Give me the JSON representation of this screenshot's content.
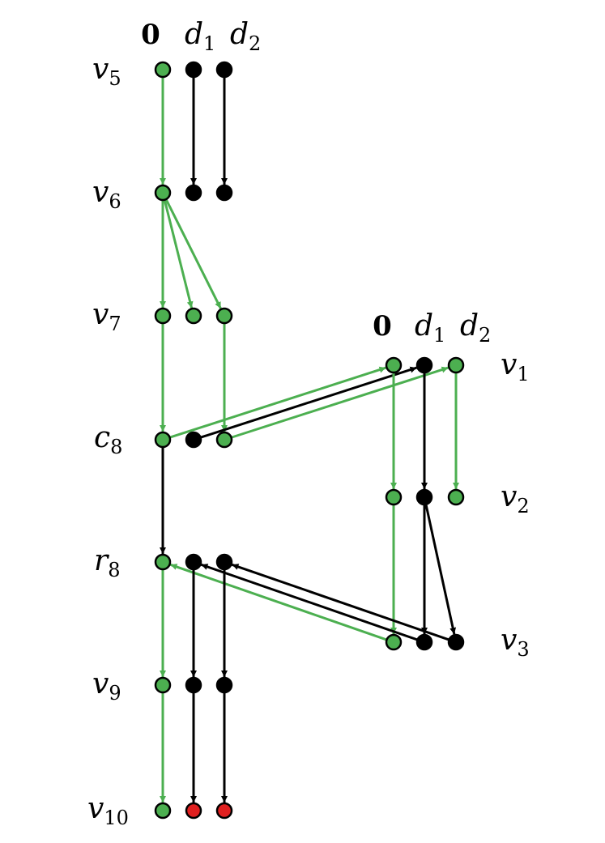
{
  "colors": {
    "green": "#4caf50",
    "black": "#000000",
    "red": "#e02020",
    "background": "#ffffff"
  },
  "column_headers": {
    "left": [
      {
        "main": "0",
        "sub": ""
      },
      {
        "main": "d",
        "sub": "1"
      },
      {
        "main": "d",
        "sub": "2"
      }
    ],
    "right": [
      {
        "main": "0",
        "sub": ""
      },
      {
        "main": "d",
        "sub": "1"
      },
      {
        "main": "d",
        "sub": "2"
      }
    ]
  },
  "rows": {
    "v5": {
      "main": "v",
      "sub": "5"
    },
    "v6": {
      "main": "v",
      "sub": "6"
    },
    "v7": {
      "main": "v",
      "sub": "7"
    },
    "c8": {
      "main": "c",
      "sub": "8"
    },
    "r8": {
      "main": "r",
      "sub": "8"
    },
    "v9": {
      "main": "v",
      "sub": "9"
    },
    "v10": {
      "main": "v",
      "sub": "10"
    },
    "v1": {
      "main": "v",
      "sub": "1"
    },
    "v2": {
      "main": "v",
      "sub": "2"
    },
    "v3": {
      "main": "v",
      "sub": "3"
    }
  },
  "nodes": [
    {
      "id": "v5-0",
      "fill": "green"
    },
    {
      "id": "v5-d1",
      "fill": "black"
    },
    {
      "id": "v5-d2",
      "fill": "black"
    },
    {
      "id": "v6-0",
      "fill": "green"
    },
    {
      "id": "v6-d1",
      "fill": "black"
    },
    {
      "id": "v6-d2",
      "fill": "black"
    },
    {
      "id": "v7-0",
      "fill": "green"
    },
    {
      "id": "v7-d1",
      "fill": "green"
    },
    {
      "id": "v7-d2",
      "fill": "green"
    },
    {
      "id": "c8-0",
      "fill": "green"
    },
    {
      "id": "c8-d1",
      "fill": "black"
    },
    {
      "id": "c8-d2",
      "fill": "green"
    },
    {
      "id": "r8-0",
      "fill": "green"
    },
    {
      "id": "r8-d1",
      "fill": "black"
    },
    {
      "id": "r8-d2",
      "fill": "black"
    },
    {
      "id": "v9-0",
      "fill": "green"
    },
    {
      "id": "v9-d1",
      "fill": "black"
    },
    {
      "id": "v9-d2",
      "fill": "black"
    },
    {
      "id": "v10-0",
      "fill": "green"
    },
    {
      "id": "v10-d1",
      "fill": "red"
    },
    {
      "id": "v10-d2",
      "fill": "red"
    },
    {
      "id": "v1-0",
      "fill": "green"
    },
    {
      "id": "v1-d1",
      "fill": "black"
    },
    {
      "id": "v1-d2",
      "fill": "green"
    },
    {
      "id": "v2-0",
      "fill": "green"
    },
    {
      "id": "v2-d1",
      "fill": "black"
    },
    {
      "id": "v2-d2",
      "fill": "green"
    },
    {
      "id": "v3-0",
      "fill": "green"
    },
    {
      "id": "v3-d1",
      "fill": "black"
    },
    {
      "id": "v3-d2",
      "fill": "black"
    }
  ],
  "edges": [
    {
      "from": "v5-0",
      "to": "v6-0",
      "color": "green"
    },
    {
      "from": "v5-d1",
      "to": "v6-d1",
      "color": "black"
    },
    {
      "from": "v5-d2",
      "to": "v6-d2",
      "color": "black"
    },
    {
      "from": "v6-0",
      "to": "v7-0",
      "color": "green"
    },
    {
      "from": "v6-0",
      "to": "v7-d1",
      "color": "green"
    },
    {
      "from": "v6-0",
      "to": "v7-d2",
      "color": "green"
    },
    {
      "from": "v7-0",
      "to": "c8-0",
      "color": "green"
    },
    {
      "from": "v7-d2",
      "to": "c8-d2",
      "color": "green"
    },
    {
      "from": "c8-0",
      "to": "v1-0",
      "color": "green"
    },
    {
      "from": "c8-d1",
      "to": "v1-d1",
      "color": "black"
    },
    {
      "from": "c8-d2",
      "to": "v1-d2",
      "color": "green"
    },
    {
      "from": "c8-0",
      "to": "r8-0",
      "color": "black"
    },
    {
      "from": "v1-0",
      "to": "v2-0",
      "color": "green"
    },
    {
      "from": "v1-d1",
      "to": "v2-d1",
      "color": "black"
    },
    {
      "from": "v1-d2",
      "to": "v2-d2",
      "color": "green"
    },
    {
      "from": "v2-0",
      "to": "v3-0",
      "color": "green"
    },
    {
      "from": "v2-d1",
      "to": "v3-d1",
      "color": "black"
    },
    {
      "from": "v2-d1",
      "to": "v3-d2",
      "color": "black"
    },
    {
      "from": "v3-0",
      "to": "r8-0",
      "color": "green"
    },
    {
      "from": "v3-d1",
      "to": "r8-d1",
      "color": "black"
    },
    {
      "from": "v3-d2",
      "to": "r8-d2",
      "color": "black"
    },
    {
      "from": "r8-0",
      "to": "v9-0",
      "color": "green"
    },
    {
      "from": "r8-d1",
      "to": "v9-d1",
      "color": "black"
    },
    {
      "from": "r8-d2",
      "to": "v9-d2",
      "color": "black"
    },
    {
      "from": "v9-0",
      "to": "v10-0",
      "color": "green"
    },
    {
      "from": "v9-d1",
      "to": "v10-d1",
      "color": "black"
    },
    {
      "from": "v9-d2",
      "to": "v10-d2",
      "color": "black"
    }
  ]
}
